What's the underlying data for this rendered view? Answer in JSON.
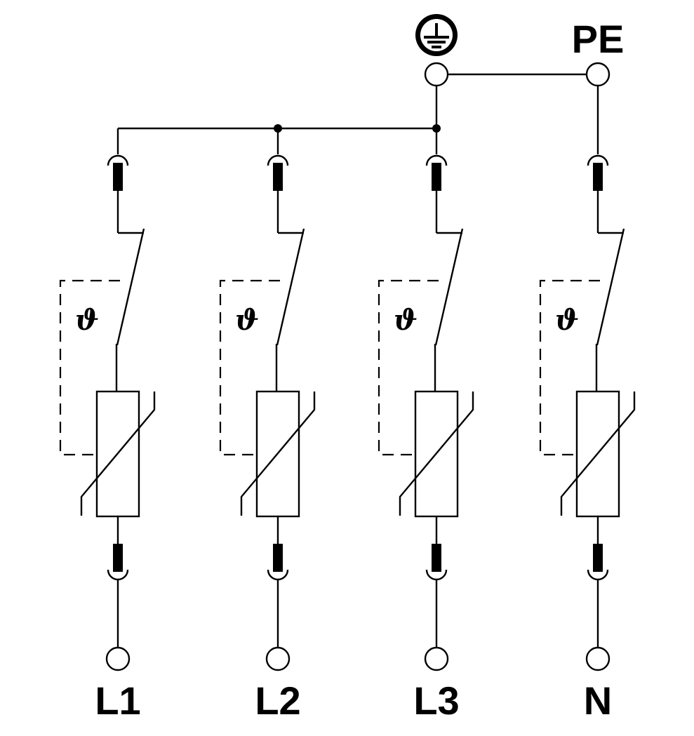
{
  "diagram": {
    "colors": {
      "line": "#000000",
      "background": "#ffffff"
    },
    "pe_label": "PE",
    "ground_symbol": "protective-earth-icon",
    "thermal_symbol": "ϑ",
    "branches": [
      {
        "id": "L1",
        "label": "L1"
      },
      {
        "id": "L2",
        "label": "L2"
      },
      {
        "id": "L3",
        "label": "L3"
      },
      {
        "id": "N",
        "label": "N"
      }
    ]
  }
}
